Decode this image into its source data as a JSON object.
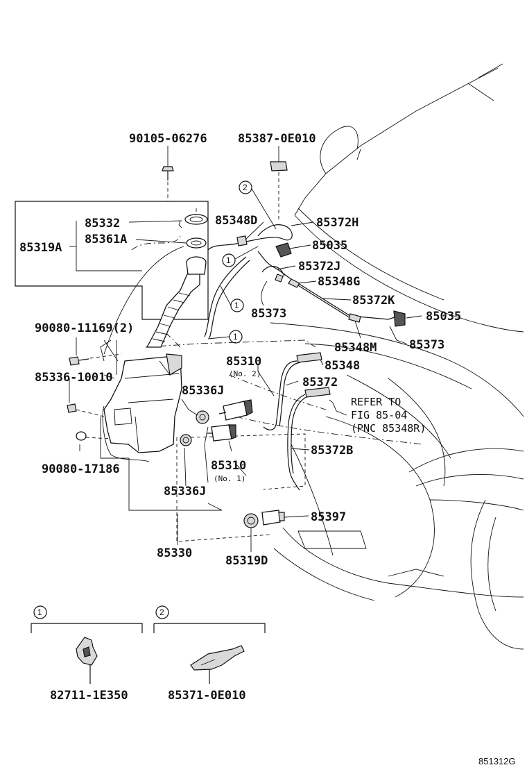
{
  "diagram": {
    "figure_id": "851312G",
    "labels": {
      "p90105_06276": "90105-06276",
      "p85387_0E010": "85387-0E010",
      "p85332": "85332",
      "p85348D": "85348D",
      "p85372H": "85372H",
      "p85319A": "85319A",
      "p85361A": "85361A",
      "p85035_a": "85035",
      "p85372J": "85372J",
      "p85348G": "85348G",
      "p85373_a": "85373",
      "p85372K": "85372K",
      "p85035_b": "85035",
      "p90080_11169": "90080-11169(2)",
      "p85348M": "85348M",
      "p85373_b": "85373",
      "p85310_no2": "85310",
      "no2": "(No. 2)",
      "p85348": "85348",
      "p85336_10010": "85336-10010",
      "p85372": "85372",
      "p85336J_a": "85336J",
      "refer_1": "REFER TO",
      "refer_2": "FIG 85-04",
      "refer_3": "(PNC 85348R)",
      "p85372B": "85372B",
      "p90080_17186": "90080-17186",
      "p85310_no1": "85310",
      "no1": "(No. 1)",
      "p85336J_b": "85336J",
      "p85397": "85397",
      "p85330": "85330",
      "p85319D": "85319D",
      "p82711_1E350": "82711-1E350",
      "p85371_0E010": "85371-0E010"
    },
    "callouts": {
      "c1": "1",
      "c2": "2"
    }
  }
}
